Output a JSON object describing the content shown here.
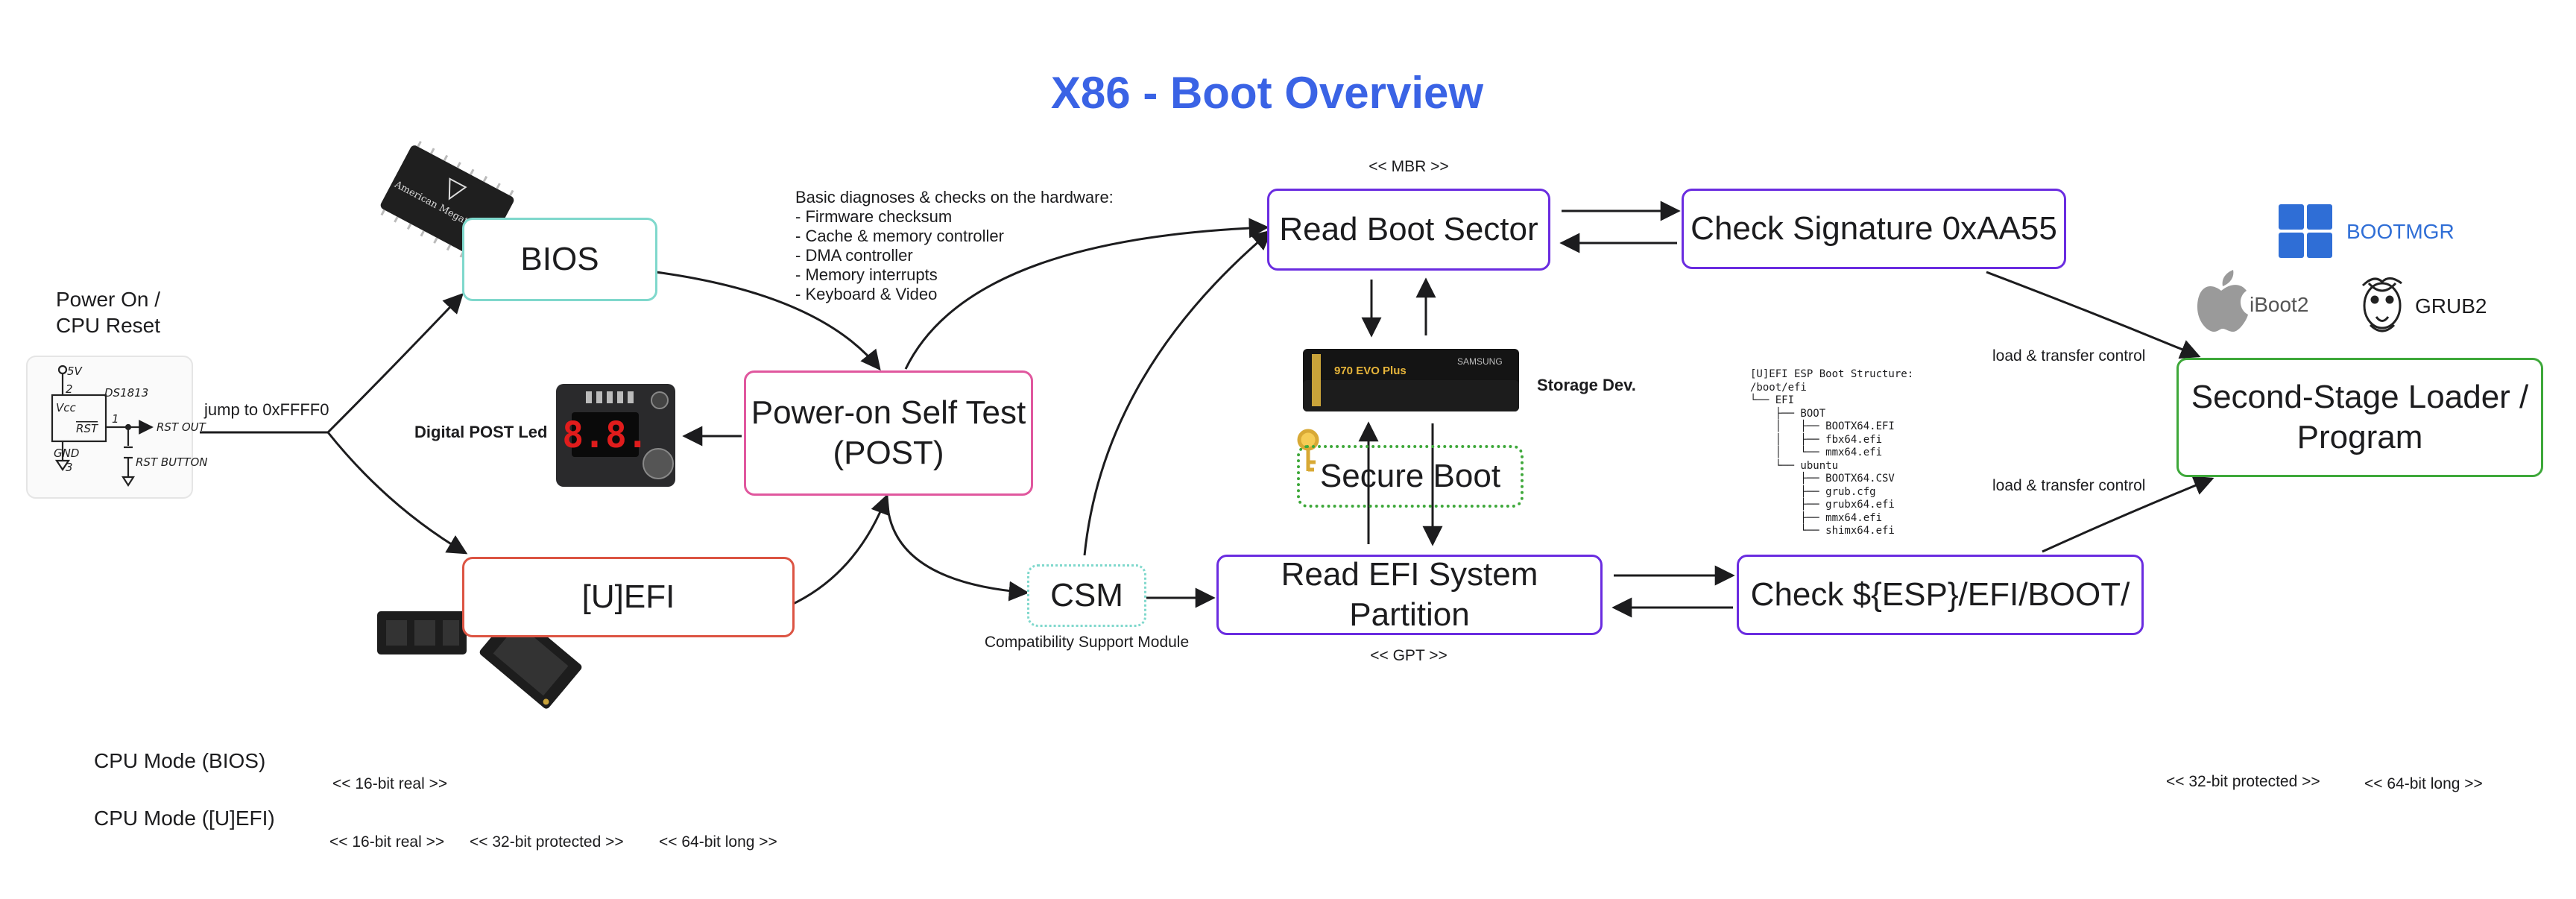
{
  "title": "X86 - Boot Overview",
  "power_on": "Power On /\nCPU Reset",
  "jump_label": "jump to 0xFFFF0",
  "circuit": {
    "chip": "DS1813",
    "pins": [
      "5V",
      "2",
      "1",
      "3"
    ],
    "vcc": "Vcc",
    "gnd": "GND",
    "rst": "RST",
    "rst_out": "RST OUT",
    "rst_button": "RST BUTTON"
  },
  "nodes": {
    "bios": "BIOS",
    "uefi": "[U]EFI",
    "post": "Power-on Self Test\n(POST)",
    "csm": "CSM",
    "read_boot_sector": "Read Boot Sector",
    "check_signature": "Check Signature 0xAA55",
    "secure_boot": "Secure Boot",
    "read_esp": "Read EFI System Partition",
    "check_esp": "Check ${ESP}/EFI/BOOT/",
    "second_stage": "Second-Stage Loader /\nProgram"
  },
  "post_notes": "Basic diagnoses & checks on the hardware:\n- Firmware checksum\n- Cache & memory controller\n- DMA controller\n- Memory interrupts\n- Keyboard & Video",
  "digital_post_led": "Digital POST Led",
  "led_display": "8.8.",
  "csm_caption": "Compatibility Support Module",
  "mbr_label": "<< MBR >>",
  "gpt_label": "<< GPT >>",
  "storage_label": "Storage Dev.",
  "ssd_text": {
    "left": "970 EVO Plus",
    "right": "SAMSUNG"
  },
  "load_transfer_1": "load & transfer control",
  "load_transfer_2": "load & transfer control",
  "esp_structure": "[U]EFI ESP Boot Structure:\n/boot/efi\n└── EFI\n    ├── BOOT\n    │   ├── BOOTX64.EFI\n    │   ├── fbx64.efi\n    │   └── mmx64.efi\n    └── ubuntu\n        ├── BOOTX64.CSV\n        ├── grub.cfg\n        ├── grubx64.efi\n        ├── mmx64.efi\n        └── shimx64.efi",
  "loaders": {
    "bootmgr": "BOOTMGR",
    "iboot2": "iBoot2",
    "grub2": "GRUB2"
  },
  "bios_chip_text": "American Megatrends",
  "cpu_mode_bios": {
    "label": "CPU Mode (BIOS)",
    "segments": [
      "<< 16-bit real >>",
      "<< 32-bit protected >>",
      "<< 64-bit long >>"
    ]
  },
  "cpu_mode_uefi": {
    "label": "CPU Mode ([U]EFI)",
    "segments": [
      "<< 16-bit real >>",
      "<< 32-bit protected >>",
      "<< 64-bit long >>"
    ]
  },
  "colors": {
    "title": "#3a63e5",
    "bios": "#7fd8cc",
    "post": "#e0579e",
    "uefi": "#dc5443",
    "csm": "#7fd8cc",
    "purple": "#6a2ce0",
    "green": "#3ea83a",
    "line_yellow": "#f3d33a",
    "line_red": "#e24a3a",
    "line_green": "#3ea83a",
    "windows_blue": "#2f6ed6"
  }
}
